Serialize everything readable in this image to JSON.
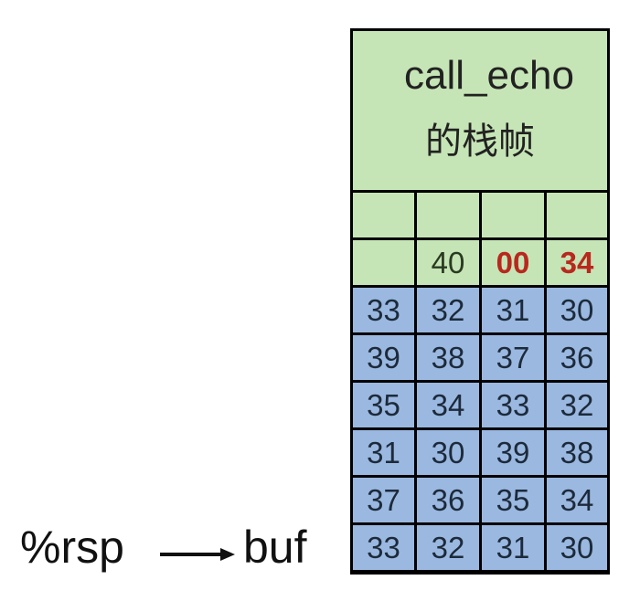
{
  "frame": {
    "title_line1": "call_echo",
    "title_line2": "的栈帧"
  },
  "green_rows": [
    [
      "",
      "",
      "",
      ""
    ],
    [
      "",
      "40",
      "00",
      "34"
    ]
  ],
  "highlighted_bytes": [
    "00",
    "34"
  ],
  "blue_rows": [
    [
      "33",
      "32",
      "31",
      "30"
    ],
    [
      "39",
      "38",
      "37",
      "36"
    ],
    [
      "35",
      "34",
      "33",
      "32"
    ],
    [
      "31",
      "30",
      "39",
      "38"
    ],
    [
      "37",
      "36",
      "35",
      "34"
    ],
    [
      "33",
      "32",
      "31",
      "30"
    ]
  ],
  "pointer": {
    "register": "%rsp",
    "target": "buf"
  },
  "colors": {
    "green": "#c6e5b6",
    "blue": "#9ab8e0",
    "red": "#b8281e"
  }
}
